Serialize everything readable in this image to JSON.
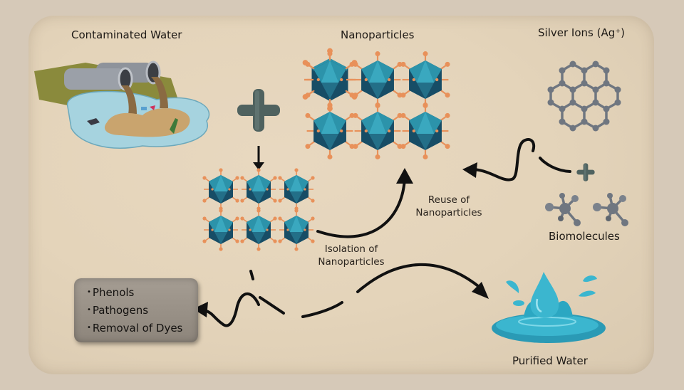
{
  "diagram": {
    "labels": {
      "contaminated_water": "Contaminated Water",
      "nanoparticles": "Nanoparticles",
      "silver_ions": "Silver Ions (Ag⁺)",
      "biomolecules": "Biomolecules",
      "purified_water": "Purified Water",
      "reuse_line1": "Reuse of",
      "reuse_line2": "Nanoparticles",
      "isolation_line1": "Isolation of",
      "isolation_line2": "Nanoparticles"
    },
    "removed_pollutants": [
      "Phenols",
      "Pathogens",
      "Removal of Dyes"
    ],
    "icons": {
      "plus_large": "plus-icon",
      "plus_small": "plus-icon",
      "nanoparticle": "icosahedron-nanoparticle-icon",
      "silver_lattice": "hexagonal-lattice-icon",
      "biomolecule": "molecule-icon",
      "water_splash": "water-drop-splash-icon",
      "pipes": "sewage-pipes-icon"
    },
    "colors": {
      "nanoparticle_light": "#2c93aa",
      "nanoparticle_dark": "#174d66",
      "ligand": "#e8915a",
      "water": "#3bb6cf",
      "molecule": "#6f7680",
      "arrow": "#111111"
    }
  }
}
